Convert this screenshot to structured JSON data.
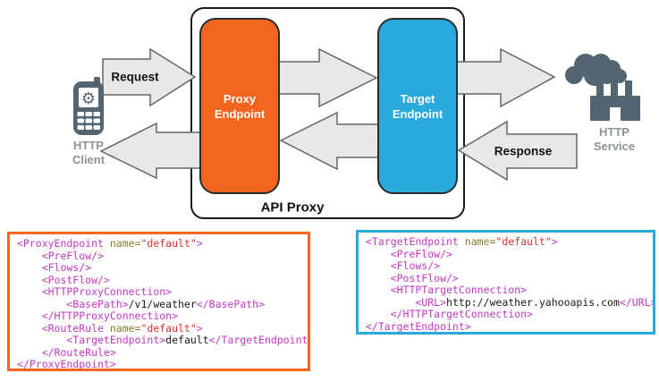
{
  "diagram": {
    "api_proxy_label": "API Proxy",
    "proxy_endpoint": {
      "line1": "Proxy",
      "line2": "Endpoint"
    },
    "target_endpoint": {
      "line1": "Target",
      "line2": "Endpoint"
    },
    "request_label": "Request",
    "response_label": "Response",
    "http_client": {
      "line1": "HTTP",
      "line2": "Client",
      "icon": "mobile-phone-icon"
    },
    "http_service": {
      "line1": "HTTP",
      "line2": "Service",
      "icon": "factory-smoke-icon"
    }
  },
  "colors": {
    "orange": "#F4661F",
    "blue": "#29A9DC",
    "arrow_fill": "#E8E8E8",
    "arrow_stroke": "#666666",
    "icon": "#536570",
    "icon_label": "#8A949A",
    "code_tag": "#C238C2",
    "code_attr": "#877A27",
    "code_str": "#E02D2D",
    "code_text": "#1A1A1A"
  },
  "code_blocks": {
    "proxy_endpoint_xml": {
      "border_color": "#F4661F",
      "lines": [
        [
          [
            "tag",
            "<ProxyEndpoint"
          ],
          [
            "attr",
            " name="
          ],
          [
            "str",
            "\"default\""
          ],
          [
            "tag",
            ">"
          ]
        ],
        [
          [
            "tag",
            "    <PreFlow/>"
          ]
        ],
        [
          [
            "tag",
            "    <Flows/>"
          ]
        ],
        [
          [
            "tag",
            "    <PostFlow/>"
          ]
        ],
        [
          [
            "tag",
            "    <HTTPProxyConnection>"
          ]
        ],
        [
          [
            "tag",
            "        <BasePath>"
          ],
          [
            "txt",
            "/v1/weather"
          ],
          [
            "tag",
            "</BasePath>"
          ]
        ],
        [
          [
            "tag",
            "    </HTTPProxyConnection>"
          ]
        ],
        [
          [
            "tag",
            "    <RouteRule"
          ],
          [
            "attr",
            " name="
          ],
          [
            "str",
            "\"default\""
          ],
          [
            "tag",
            ">"
          ]
        ],
        [
          [
            "tag",
            "        <TargetEndpoint>"
          ],
          [
            "txt",
            "default"
          ],
          [
            "tag",
            "</TargetEndpoint>"
          ]
        ],
        [
          [
            "tag",
            "    </RouteRule>"
          ]
        ],
        [
          [
            "tag",
            "</ProxyEndpoint>"
          ]
        ]
      ]
    },
    "target_endpoint_xml": {
      "border_color": "#29A9DC",
      "lines": [
        [
          [
            "tag",
            "<TargetEndpoint"
          ],
          [
            "attr",
            " name="
          ],
          [
            "str",
            "\"default\""
          ],
          [
            "tag",
            ">"
          ]
        ],
        [
          [
            "tag",
            "    <PreFlow/>"
          ]
        ],
        [
          [
            "tag",
            "    <Flows/>"
          ]
        ],
        [
          [
            "tag",
            "    <PostFlow/>"
          ]
        ],
        [
          [
            "tag",
            "    <HTTPTargetConnection>"
          ]
        ],
        [
          [
            "tag",
            "        <URL>"
          ],
          [
            "txt",
            "http://weather.yahooapis.com"
          ],
          [
            "tag",
            "</URL>"
          ]
        ],
        [
          [
            "tag",
            "    </HTTPTargetConnection>"
          ]
        ],
        [
          [
            "tag",
            "</TargetEndpoint>"
          ]
        ]
      ]
    }
  }
}
